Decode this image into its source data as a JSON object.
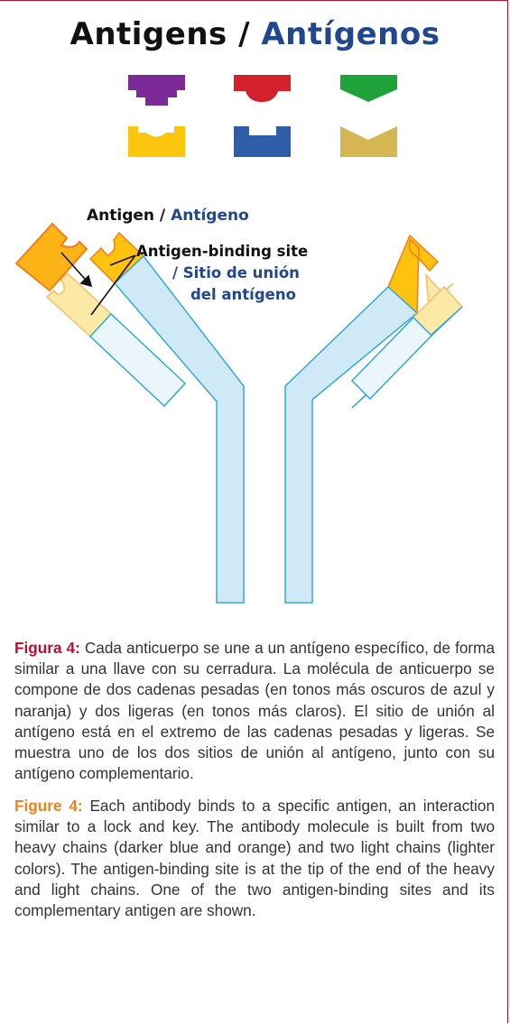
{
  "title": {
    "en": "Antigens",
    "separator": " / ",
    "es": "Antígenos"
  },
  "colors": {
    "frame": "#b8102e",
    "title_en": "#111111",
    "title_es": "#21478f",
    "antigens": [
      "#7b2a97",
      "#d3202b",
      "#1fa239",
      "#fcc60c",
      "#2f5ea8",
      "#d4b752"
    ],
    "heavy_chain": "#cfeaf6",
    "light_chain": "#eaf6fb",
    "heavy_tip": "#ffc20e",
    "light_tip": "#fde9a6",
    "chain_outline": "#35a8d8",
    "tip_outline": "#f07f1e",
    "figure_label_es": "#b8102e",
    "figure_label_en": "#f07f1e"
  },
  "labels": {
    "antigen_en": "Antigen",
    "antigen_sep": " / ",
    "antigen_es": "Antígeno",
    "binding_site_en": "Antigen-binding site",
    "binding_site_es_line1": "/ Sitio de unión",
    "binding_site_es_line2": "del antígeno"
  },
  "caption_es": {
    "label": "Figura 4:",
    "text": " Cada anticuerpo se une a un antígeno específico, de forma similar a una llave con su cerradura. La molécula de anticuerpo se compone de dos cadenas pesadas (en tonos más oscuros de azul y naranja) y dos ligeras (en tonos más claros). El sitio de unión al antígeno está en el extremo de las cadenas pesadas y ligeras. Se muestra uno de los dos sitios de unión al antígeno, junto con su antígeno complementario."
  },
  "caption_en": {
    "label": "Figure 4:",
    "text": " Each antibody binds to a specific antigen, an interaction similar to a lock and key. The antibody molecule is built from two heavy chains (darker blue and orange) and two light chains (lighter colors). The antigen-binding site is at the tip of the end of the heavy and light chains. One of the two antigen-binding sites and its complementary antigen are shown."
  }
}
